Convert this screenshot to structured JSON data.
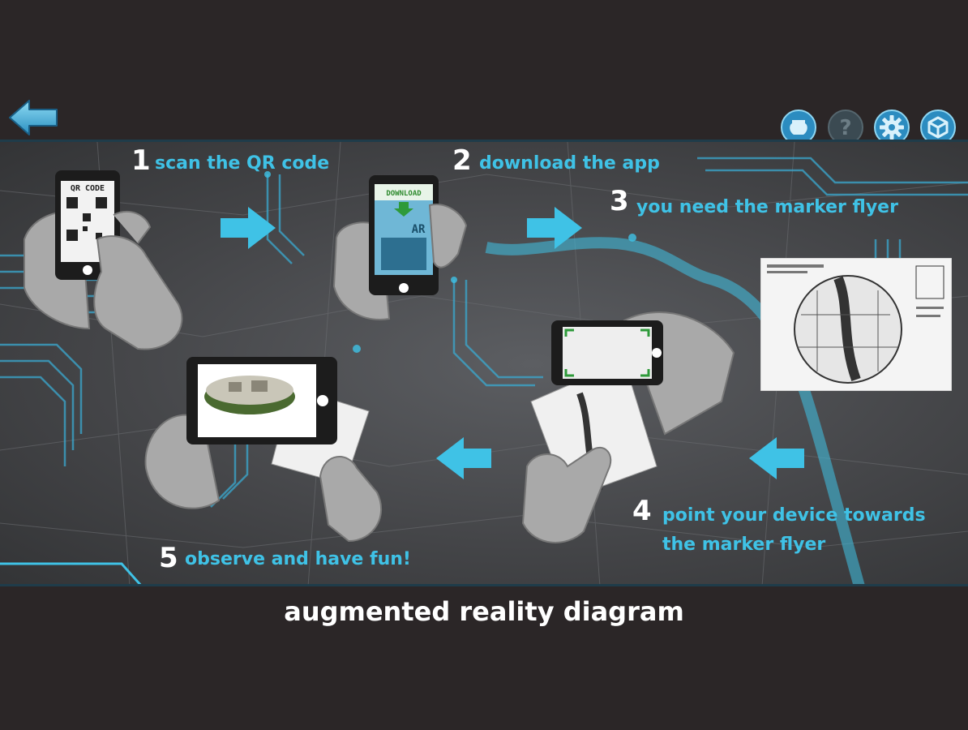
{
  "caption": "augmented reality diagram",
  "nav": {
    "back_icon": "back-arrow-icon",
    "toolbar_icons": [
      "vase-icon",
      "help-icon",
      "settings-icon",
      "cube-icon"
    ]
  },
  "steps": [
    {
      "number": "1",
      "text": "scan the QR code"
    },
    {
      "number": "2",
      "text": "download the app"
    },
    {
      "number": "3",
      "text": "you need the marker flyer"
    },
    {
      "number": "4",
      "text_line1": "point your device towards",
      "text_line2": "the marker flyer"
    },
    {
      "number": "5",
      "text": "observe and have fun!"
    }
  ],
  "phone_labels": {
    "qr": "QR CODE",
    "download": "DOWNLOAD",
    "ar": "AR"
  },
  "colors": {
    "accent": "#3fc2e6",
    "background": "#2b2627",
    "panel": "#4a4b4e",
    "hand": "#a9a9a9"
  }
}
